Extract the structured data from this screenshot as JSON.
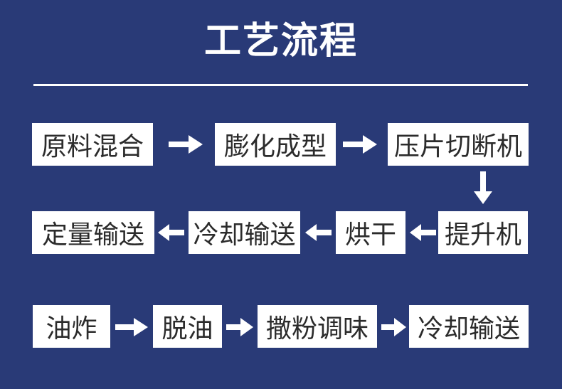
{
  "title": "工艺流程",
  "colors": {
    "background": "#293A77",
    "box_background": "#FFFFFF",
    "box_text": "#2B2B2B",
    "accent": "#FFFFFF"
  },
  "flow": {
    "row1": [
      "原料混合",
      "膨化成型",
      "压片切断机"
    ],
    "row2": [
      "定量输送",
      "冷却输送",
      "烘干",
      "提升机"
    ],
    "row3": [
      "油炸",
      "脱油",
      "撒粉调味",
      "冷却输送"
    ]
  }
}
